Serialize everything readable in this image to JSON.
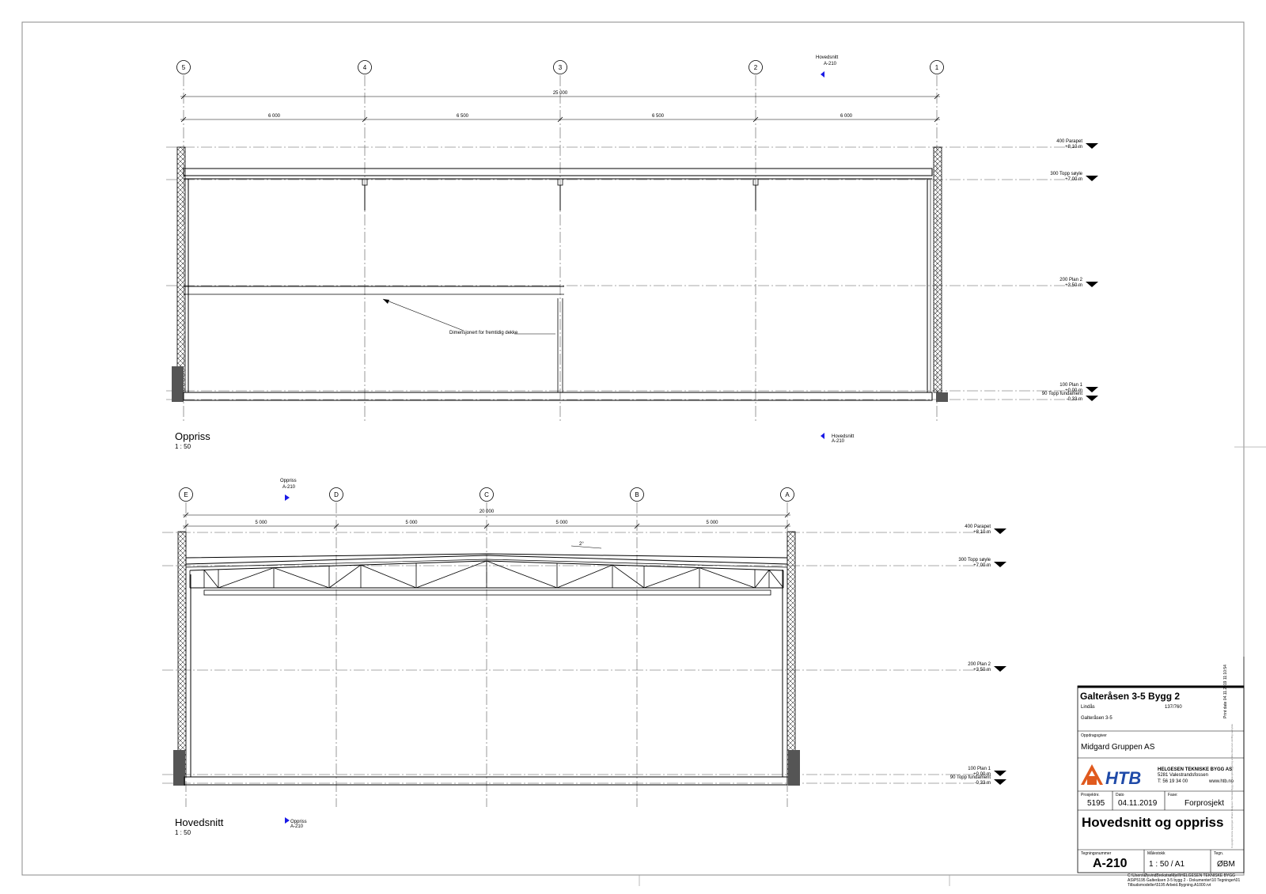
{
  "elevation": {
    "title": "Oppriss",
    "scale": "1 : 50",
    "grids": [
      "5",
      "4",
      "3",
      "2",
      "1"
    ],
    "total_dim": "25 000",
    "dims": [
      "6 000",
      "6 500",
      "6 500",
      "6 000"
    ],
    "levels": [
      {
        "name": "400 Parapet",
        "value": "+8,10 m"
      },
      {
        "name": "300 Topp søyle",
        "value": "+7,00 m"
      },
      {
        "name": "200 Plan 2",
        "value": "+3,50 m"
      },
      {
        "name": "100 Plan 1",
        "value": "+0,00 m"
      },
      {
        "name": "90 Topp fundament",
        "value": "-0,33 m"
      }
    ],
    "annotation": "Dimensjonert for fremtidig dekke",
    "section_mark_top": {
      "label": "Hovedsnitt",
      "sheet": "A-210"
    },
    "section_mark_bottom": {
      "label": "Hovedsnitt",
      "sheet": "A-210"
    }
  },
  "section": {
    "title": "Hovedsnitt",
    "scale": "1 : 50",
    "grids": [
      "E",
      "D",
      "C",
      "B",
      "A"
    ],
    "total_dim": "20 000",
    "dims": [
      "5 000",
      "5 000",
      "5 000",
      "5 000"
    ],
    "slope": "2°",
    "levels": [
      {
        "name": "400 Parapet",
        "value": "+8,10 m"
      },
      {
        "name": "300 Topp søyle",
        "value": "+7,00 m"
      },
      {
        "name": "200 Plan 2",
        "value": "+3,50 m"
      },
      {
        "name": "100 Plan 1",
        "value": "+0,00 m"
      },
      {
        "name": "90 Topp fundament",
        "value": "-0,33 m"
      }
    ],
    "elev_mark_top": {
      "label": "Oppriss",
      "sheet": "A-210"
    },
    "elev_mark_bottom": {
      "label": "Oppriss",
      "sheet": "A-210"
    }
  },
  "title_block": {
    "project_name": "Galteråsen 3-5 Bygg 2",
    "municipality": "Lindås",
    "gnr_bnr": "137/760",
    "address": "Galteråsen 3-5",
    "client_label": "Oppdragsgiver",
    "client": "Midgard Gruppen AS",
    "company_name": "HELGESEN TEKNISKE BYGG AS",
    "company_address": "5281 Valestrandsfossen",
    "company_phone": "T: 56 19 34 00",
    "company_web": "www.htb.no",
    "logo_text": "HTB",
    "project_label": "Prosjektnr.",
    "project_no": "5195",
    "date_label": "Dato",
    "date": "04.11.2019",
    "phase_label": "Fase:",
    "phase": "Forprosjekt",
    "drawing_title": "Hovedsnitt og oppriss",
    "drawing_no_label": "Tegningsnummer",
    "drawing_no": "A-210",
    "scale_label": "Målestokk",
    "scale": "1 : 50  /  A1",
    "drawn_label": "Tegn.",
    "drawn_by": "ØBM",
    "file_path_1": "C:\\Users\\ØyvindBrekstrøMjell\\HELGESEN TEKNISKE BYGG",
    "file_path_2": "AS\\P5195 Galteråsen 3-5 bygg 2 - Dokumenter\\10 Tegninger\\01",
    "file_path_3": "Tilbudsmodeller\\5195 Arbeid.Bygning.A1000.rvt",
    "print_date": "Print date 04.11.2019 11:10:54",
    "copyright": "Copyright denne tegningen tilhører Helgesen Tekniske Bygg AS. Mangfoldiggjøring er ikke tillatt uten skriftlig samtykke"
  },
  "colors": {
    "line": "#000000",
    "grid": "#555555",
    "marker": "#1a1ae6",
    "logo_red": "#e05a1e",
    "logo_blue": "#1f4aa8",
    "foundation": "#555555"
  }
}
